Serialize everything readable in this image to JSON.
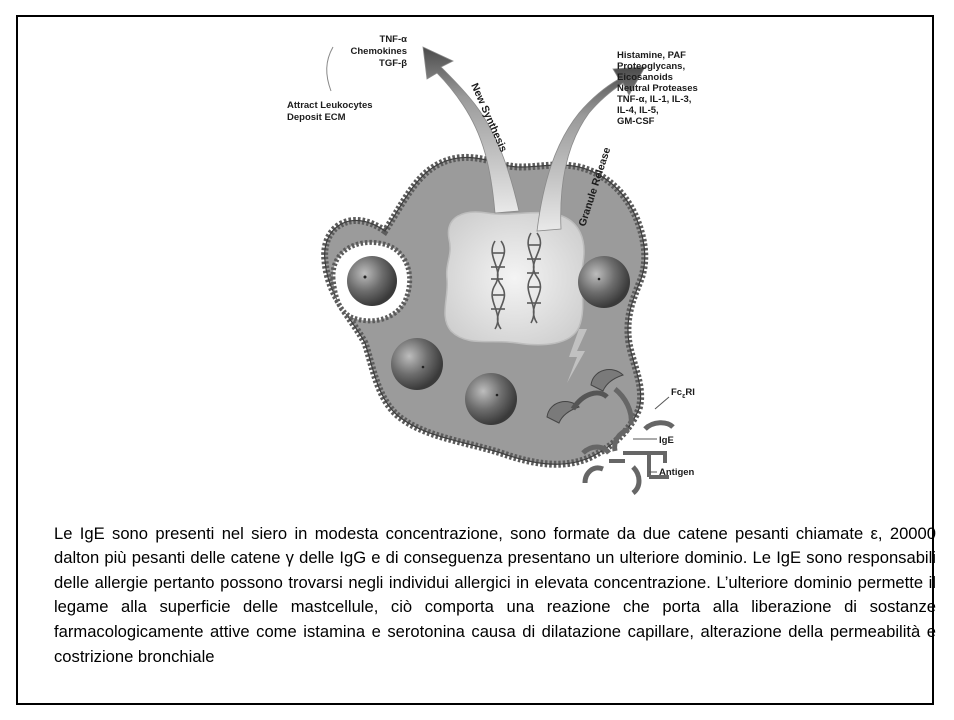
{
  "diagram": {
    "new_synthesis_products": [
      "TNF-α",
      "Chemokines",
      "TGF-β"
    ],
    "new_synthesis_effects": [
      "Attract Leukocytes",
      "Deposit ECM"
    ],
    "granule_release_products": [
      "Histamine, PAF",
      "Proteoglycans,",
      "Eicosanoids",
      "Neutral Proteases",
      "TNF-α, IL-1, IL-3,",
      "IL-4, IL-5,",
      "GM-CSF"
    ],
    "arrow_new_synthesis": "New Synthesis",
    "arrow_granule_release": "Granule Release",
    "receptor_label_main": "Fc",
    "receptor_label_sub": "ε",
    "receptor_label_end": "RI",
    "ige_label": "IgE",
    "antigen_label": "Antigen",
    "icons": [
      "mast-cell",
      "granule",
      "dna-helix",
      "ige-antibody",
      "antigen"
    ]
  },
  "caption": {
    "text": "Le IgE sono presenti nel siero in modesta concentrazione, sono formate da due catene pesanti chiamate ε, 20000 dalton più pesanti delle catene γ delle IgG e di conseguenza presentano un ulteriore dominio. Le IgE sono responsabili delle allergie pertanto possono trovarsi negli individui allergici in elevata concentrazione. L’ulteriore dominio permette il legame alla superficie delle mastcellule, ciò comporta una reazione che porta alla liberazione di sostanze farmacologicamente attive come istamina e serotonina causa di dilatazione capillare, alterazione della permeabilità e costrizione bronchiale"
  }
}
